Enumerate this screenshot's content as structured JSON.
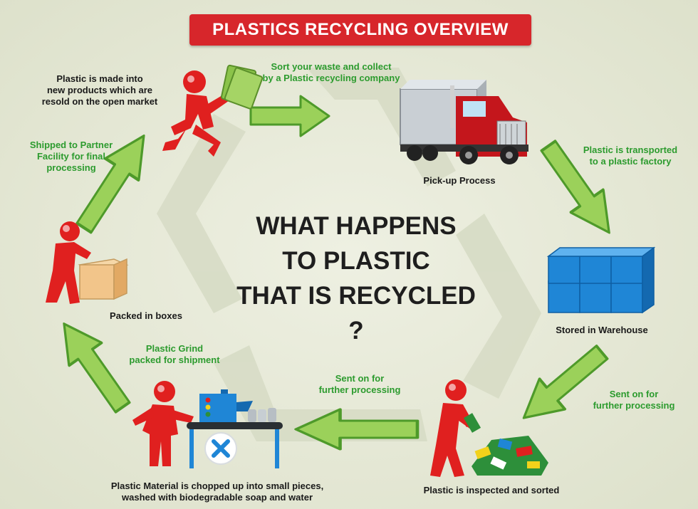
{
  "title": "PLASTICS RECYCLING OVERVIEW",
  "center_question": [
    "WHAT HAPPENS",
    "TO PLASTIC",
    "THAT IS RECYCLED",
    "?"
  ],
  "steps": {
    "sort_collect": "Sort your waste and collect\nby a Plastic recycling company",
    "pickup": "Pick-up Process",
    "transported": "Plastic is transported\nto a plastic factory",
    "stored": "Stored in Warehouse",
    "sent_on_1": "Sent on for\nfurther processing",
    "inspected": "Plastic is inspected and sorted",
    "sent_on_2": "Sent on for\nfurther processing",
    "chopped": "Plastic Material is chopped up into small pieces,\nwashed with biodegradable soap and water",
    "grind": "Plastic Grind\npacked for shipment",
    "packed": "Packed in boxes",
    "shipped": "Shipped to Partner\nFacility for final\nprocessing",
    "resold": "Plastic is made into\nnew products which are\nresold on the open market"
  },
  "colors": {
    "banner": "#d7262b",
    "arrow_fill": "#9bd15a",
    "arrow_stroke": "#4e9a2a",
    "person": "#e0201f",
    "green_text": "#2c9b2e",
    "box_blue": "#1f86d6"
  },
  "icons": [
    "recycle-symbol-icon",
    "person-icon",
    "money-icon",
    "truck-icon",
    "warehouse-boxes-icon",
    "plastic-pile-icon",
    "shredder-machine-icon",
    "cardboard-box-icon",
    "arrow-icon"
  ]
}
